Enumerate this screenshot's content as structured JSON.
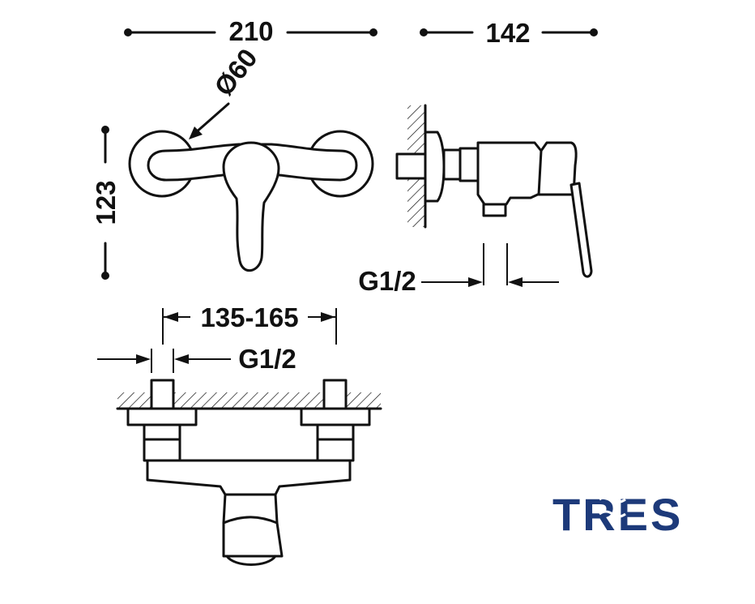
{
  "dimensions": {
    "overall_width": "210",
    "depth": "142",
    "diameter": "Ø60",
    "height": "123",
    "inlet_spacing": "135-165",
    "thread_side": "G1/2",
    "thread_front": "G1/2"
  },
  "brand": {
    "name": "TRES",
    "color": "#1d3a7a"
  },
  "colors": {
    "line": "#111111",
    "background": "#ffffff"
  }
}
